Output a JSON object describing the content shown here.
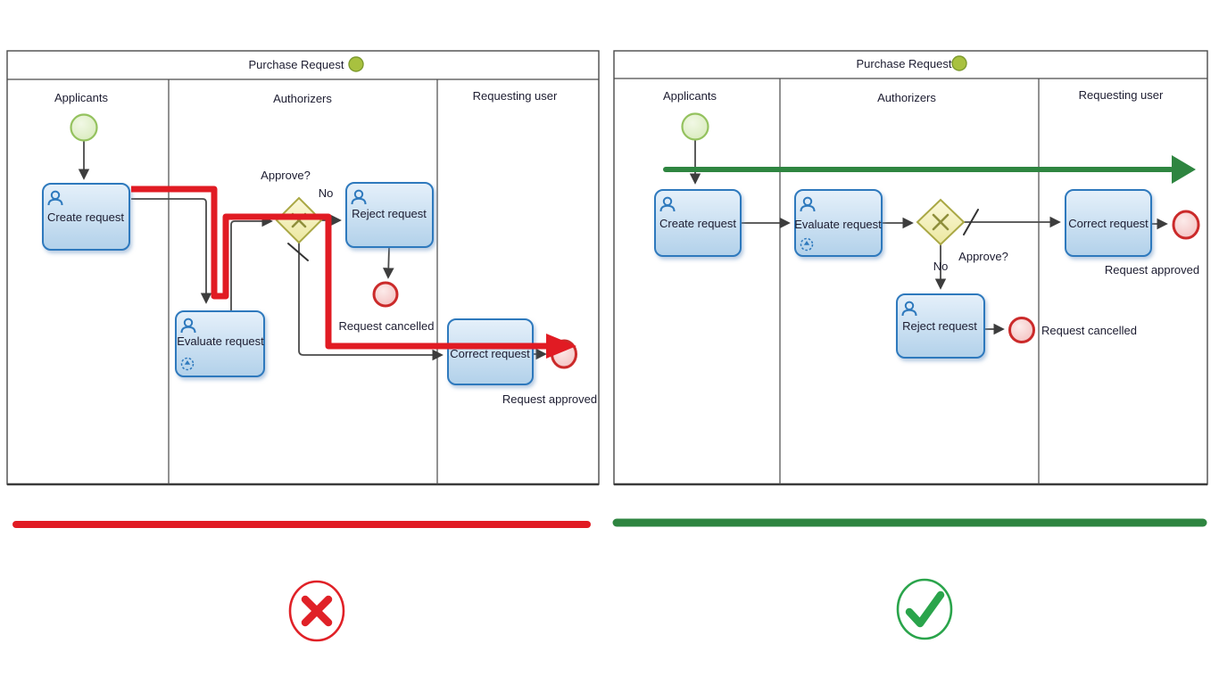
{
  "colors": {
    "bad_flow": "#e11b23",
    "good_flow": "#2e8540",
    "task_border": "#2e79bd",
    "status_dot_fill": "#a8c13f",
    "status_dot_border": "#7d9a2e",
    "verdict_bad": "#e02127",
    "verdict_good": "#2aa44b"
  },
  "panel_bad": {
    "title": "Purchase Request",
    "lane_applicants": "Applicants",
    "lane_authorizers": "Authorizers",
    "lane_requesting_user": "Requesting user",
    "task_create": "Create request",
    "task_evaluate": "Evaluate request",
    "task_reject": "Reject request",
    "task_correct": "Correct request",
    "gateway_question": "Approve?",
    "gateway_no": "No",
    "end_cancelled": "Request cancelled",
    "end_approved": "Request approved"
  },
  "panel_good": {
    "title": "Purchase Request",
    "lane_applicants": "Applicants",
    "lane_authorizers": "Authorizers",
    "lane_requesting_user": "Requesting user",
    "task_create": "Create request",
    "task_evaluate": "Evaluate request",
    "task_reject": "Reject request",
    "task_correct": "Correct request",
    "gateway_question": "Approve?",
    "gateway_no": "No",
    "end_cancelled": "Request cancelled",
    "end_approved": "Request approved"
  }
}
